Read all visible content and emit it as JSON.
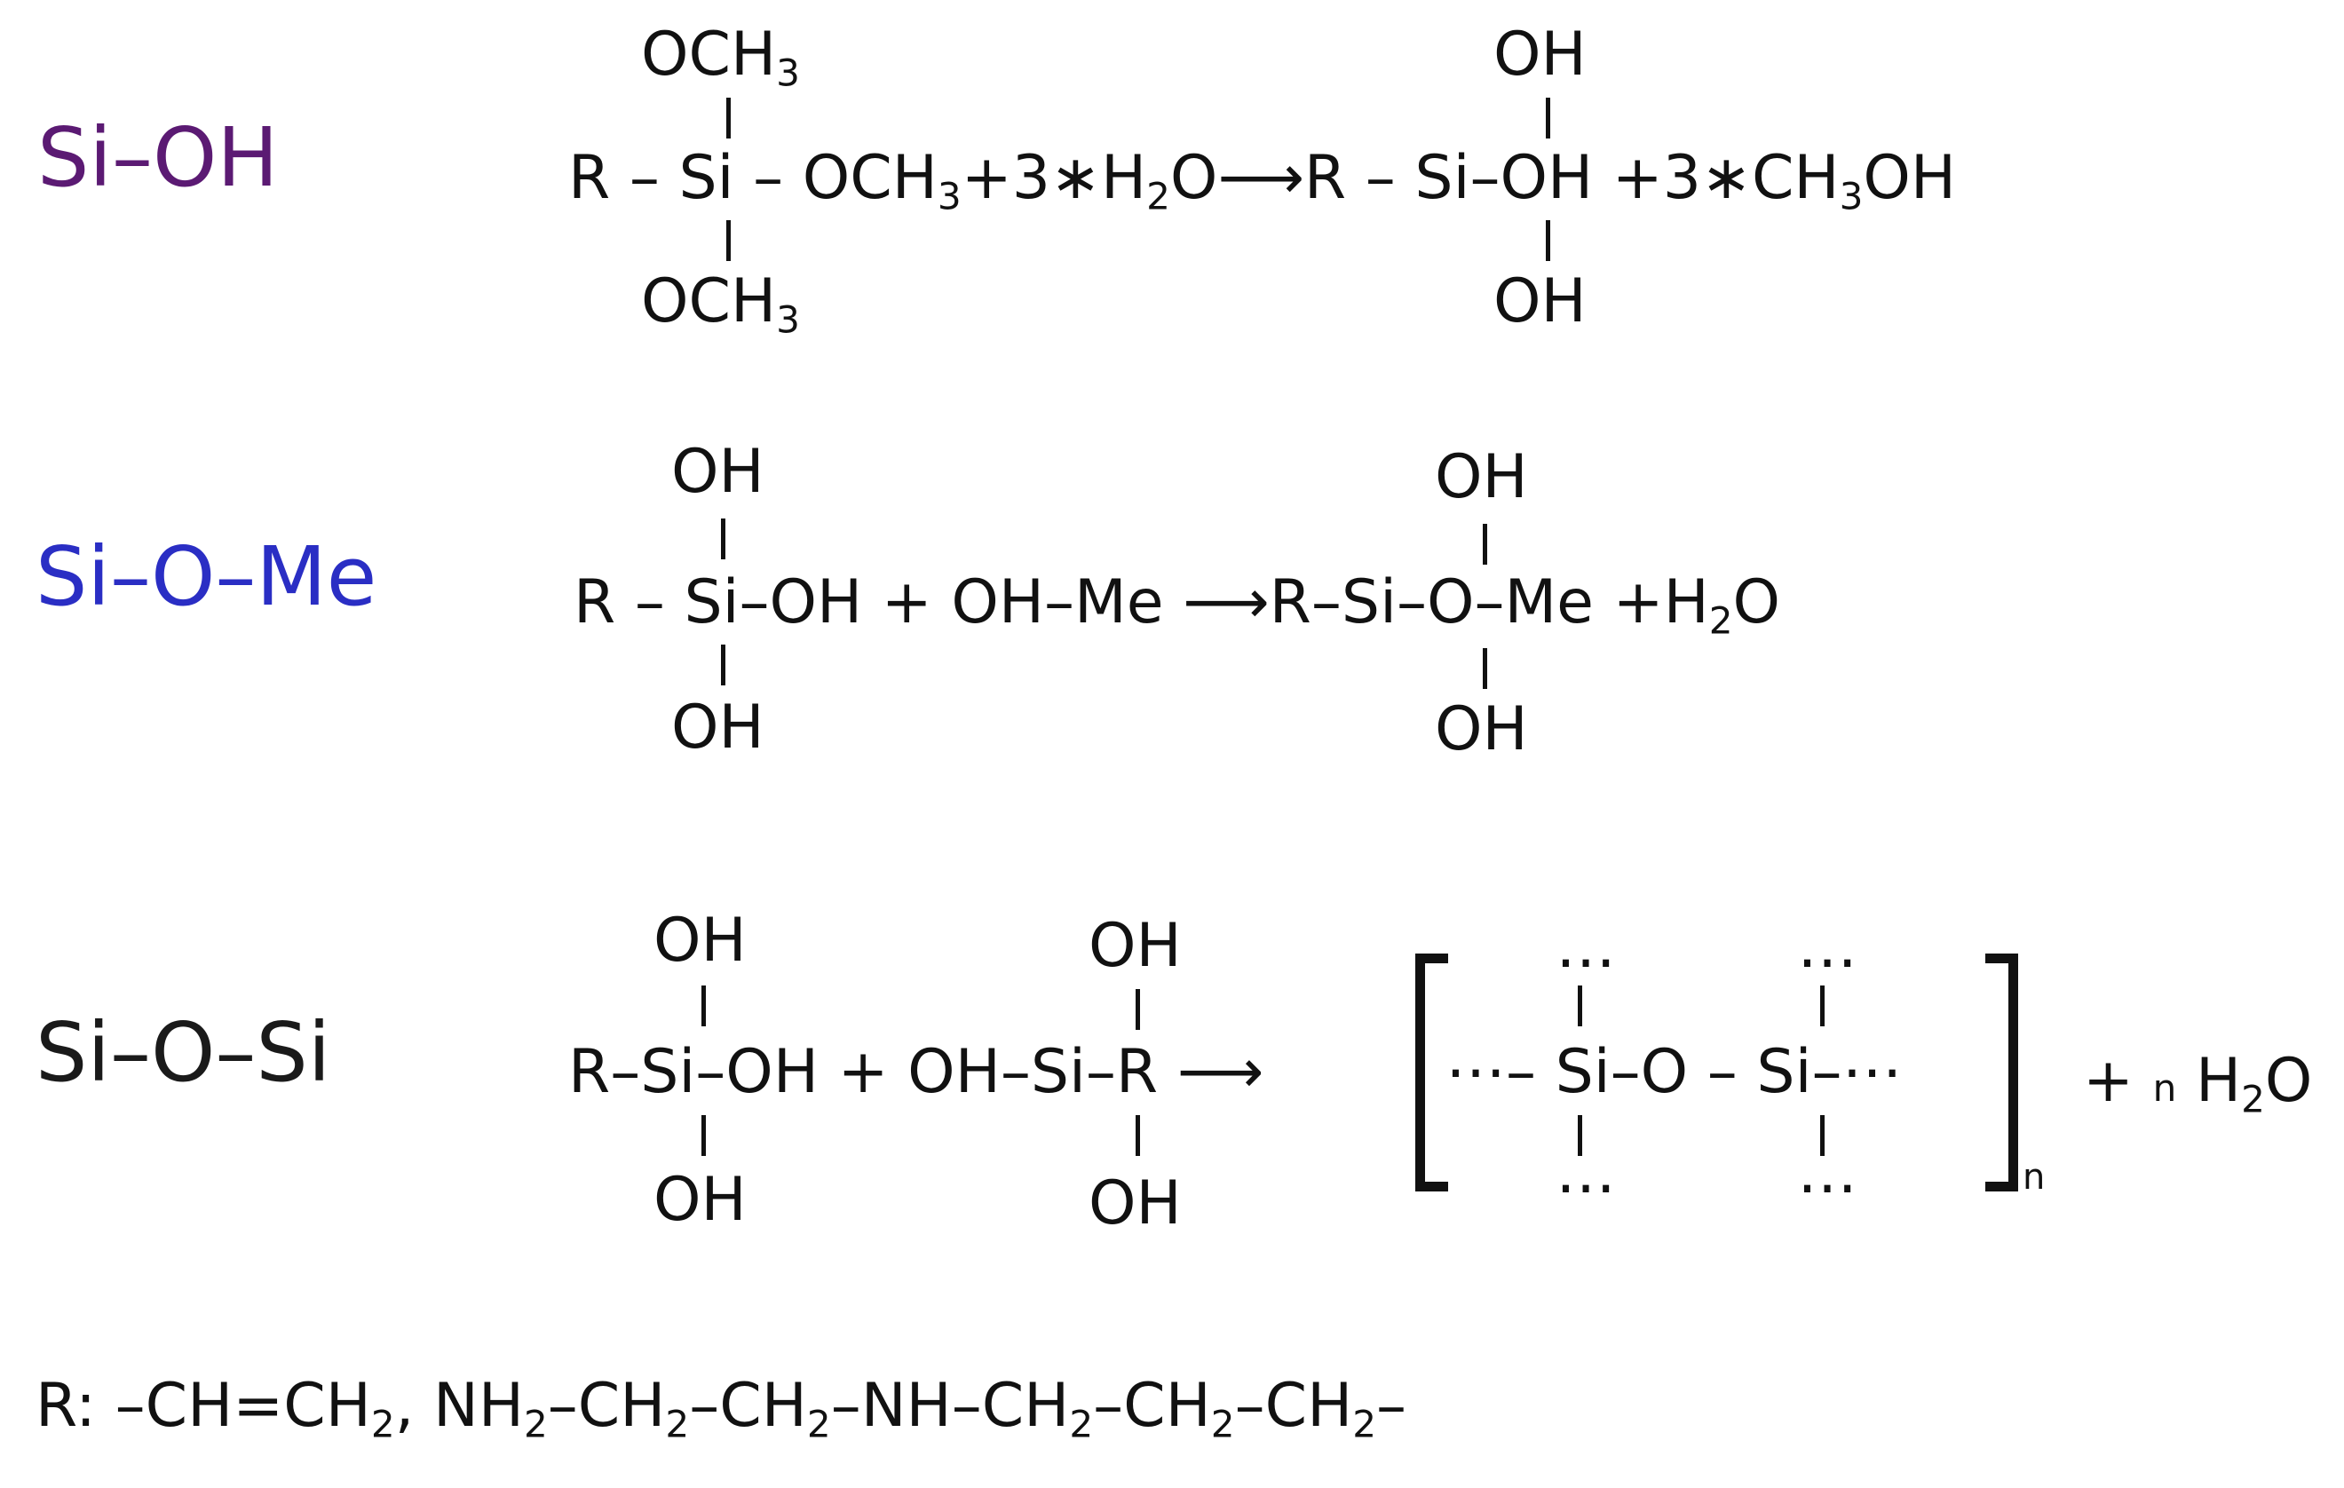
{
  "labels": {
    "r1": {
      "text": "Si–OH",
      "color": "#5b1a73"
    },
    "r2": {
      "text": "Si–O–Me",
      "color": "#2a2ec4"
    },
    "r3": {
      "text": "Si–O–Si",
      "color": "#1a1a1a"
    }
  },
  "reaction1": {
    "top_left": "OCH",
    "top_left_sub": "3",
    "main_a": "R – Si – OCH",
    "main_a_sub": "3",
    "main_b": "+3∗H",
    "main_b_sub": "2",
    "main_c": "O⟶R – Si–OH +3∗CH",
    "main_c_sub": "3",
    "main_d": "OH",
    "bottom_left": "OCH",
    "bottom_left_sub": "3",
    "top_right": "OH",
    "bottom_right": "OH"
  },
  "reaction2": {
    "top_left": "OH",
    "main_a": "R – Si–OH + OH–Me ⟶R–Si–O–Me +H",
    "main_a_sub": "2",
    "main_b": "O",
    "bottom_left": "OH",
    "top_right": "OH",
    "bottom_right": "OH"
  },
  "reaction3": {
    "top_left": "OH",
    "top_mid": "OH",
    "main_a": "R–Si–OH + OH–Si–R ⟶",
    "bottom_left": "OH",
    "bottom_mid": "OH",
    "poly_top_1": "⋯",
    "poly_top_2": "⋯",
    "poly_main": "⋯– Si–O – Si–⋯",
    "poly_bottom_1": "⋯",
    "poly_bottom_2": "⋯",
    "subscript_n": "n",
    "tail_a": "+",
    "tail_n": "n",
    "tail_b": "H",
    "tail_sub": "2",
    "tail_c": "O"
  },
  "r_definition": {
    "a": "R: –CH=CH",
    "a_sub": "2",
    "b": ", NH",
    "b_sub": "2",
    "c": "–CH",
    "c_sub": "2",
    "d": "–CH",
    "d_sub": "2",
    "e": "–NH–CH",
    "e_sub": "2",
    "f": "–CH",
    "f_sub": "2",
    "g": "–CH",
    "g_sub": "2",
    "h": "–"
  }
}
